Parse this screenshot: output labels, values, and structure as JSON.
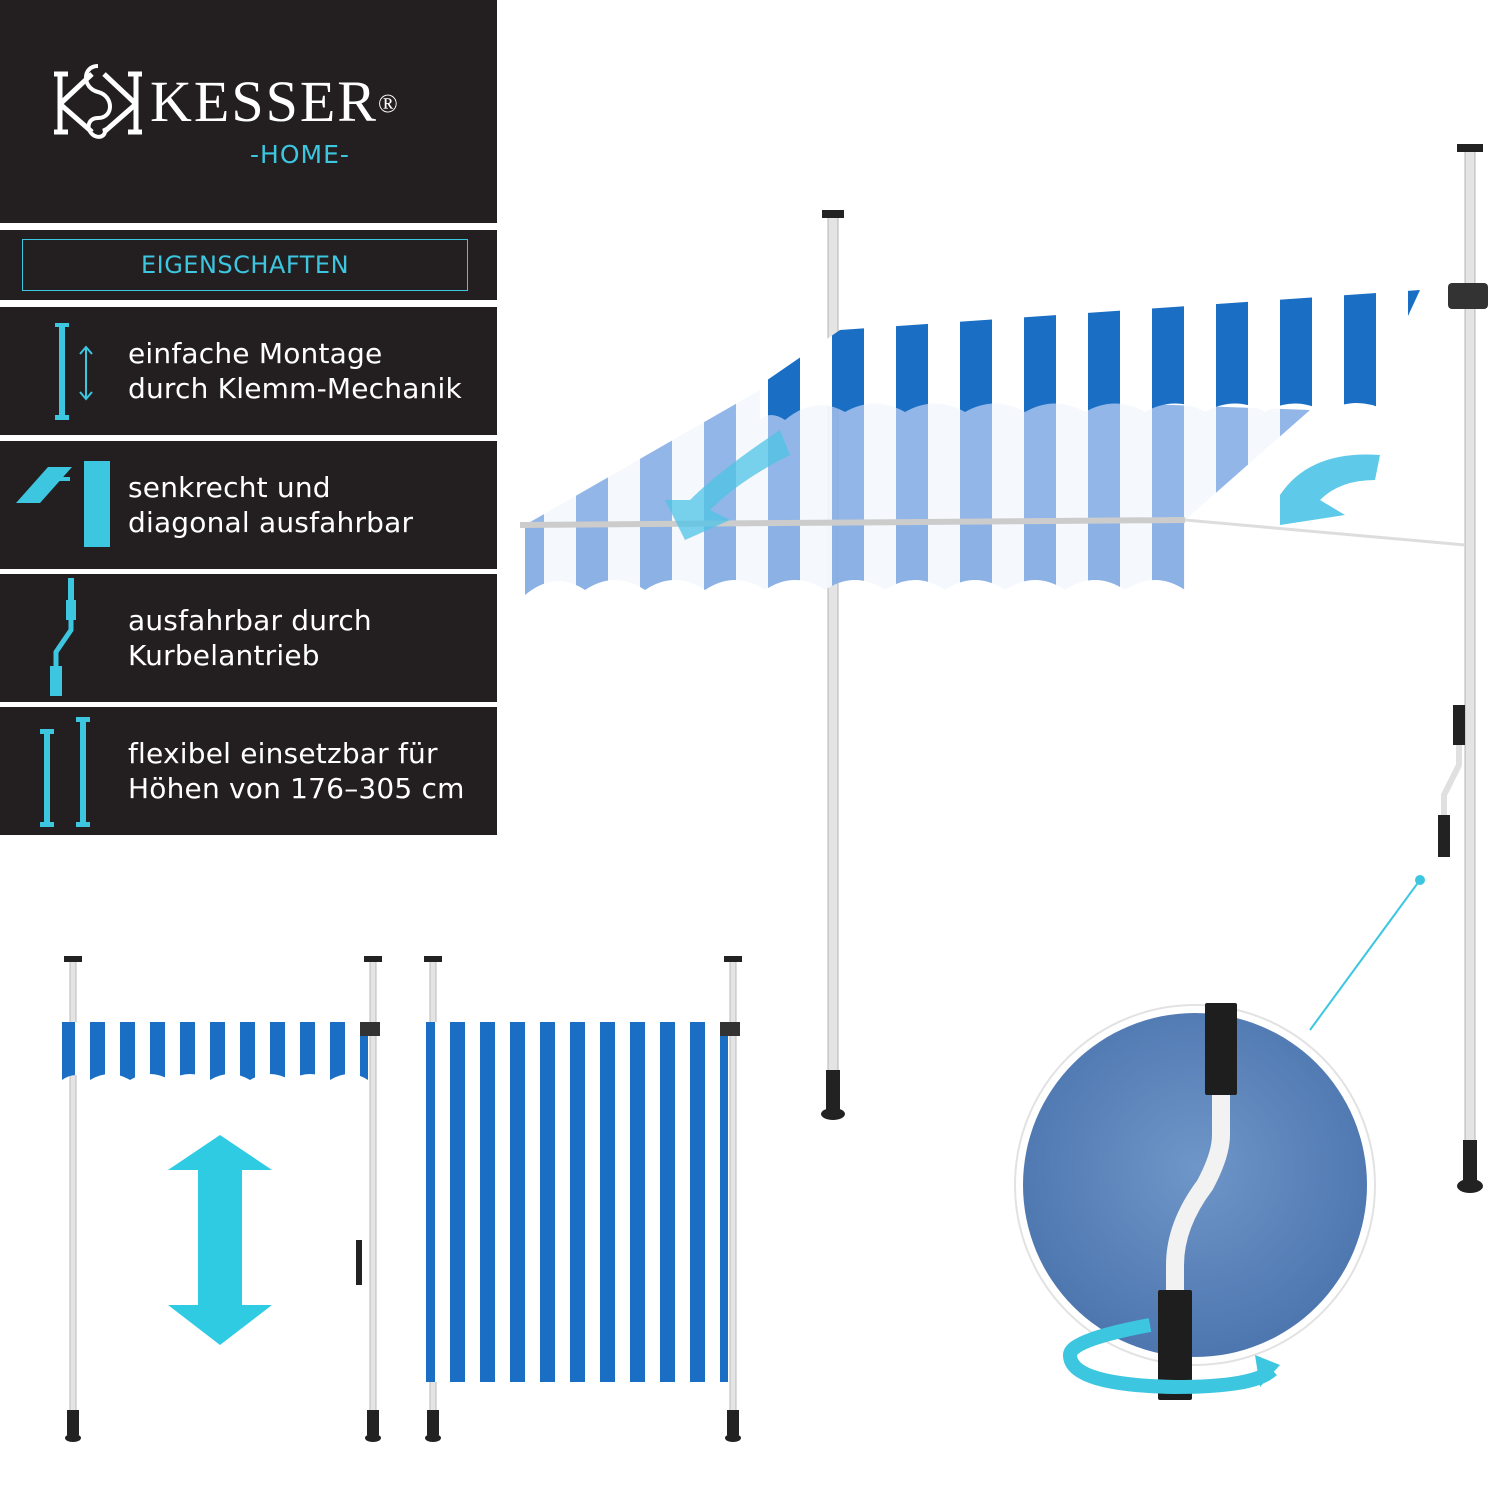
{
  "brand": {
    "name": "KESSER",
    "registered": "®",
    "subline": "-HOME-"
  },
  "section_title": "EIGENSCHAFTEN",
  "features": [
    {
      "icon": "clamp-mount-icon",
      "line1": "einfache Montage",
      "line2": "durch Klemm-Mechanik"
    },
    {
      "icon": "tilt-extend-icon",
      "line1": "senkrecht und",
      "line2": "diagonal ausfahrbar"
    },
    {
      "icon": "crank-icon",
      "line1": "ausfahrbar durch",
      "line2": "Kurbelantrieb"
    },
    {
      "icon": "height-poles-icon",
      "line1": "flexibel einsetzbar für",
      "line2": "Höhen von 176–305 cm"
    }
  ],
  "colors": {
    "panel": "#231f20",
    "accent": "#3cc6e0",
    "stripe_blue": "#1a6fc4",
    "pole": "#e6e6e6"
  }
}
